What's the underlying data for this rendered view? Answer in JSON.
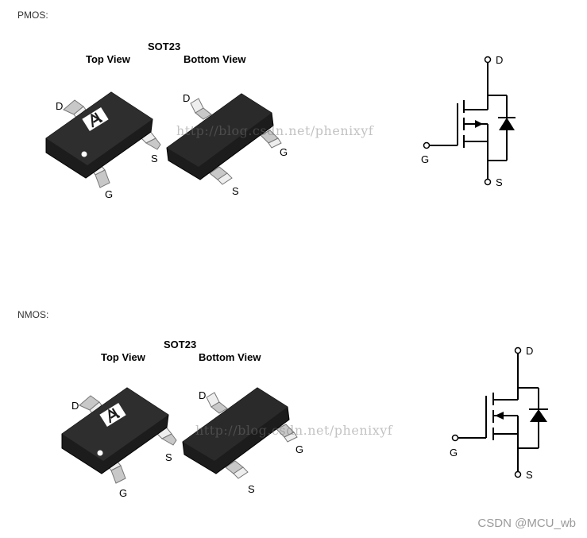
{
  "sections": [
    {
      "type": "PMOS:",
      "package": "SOT23",
      "views": {
        "top": "Top View",
        "bottom": "Bottom View"
      },
      "pins": {
        "top": {
          "d": "D",
          "s": "S",
          "g": "G"
        },
        "bottom": {
          "d": "D",
          "s": "S",
          "g": "G"
        }
      },
      "schematic": {
        "drain": "D",
        "gate": "G",
        "source": "S"
      }
    },
    {
      "type": "NMOS:",
      "package": "SOT23",
      "views": {
        "top": "Top View",
        "bottom": "Bottom View"
      },
      "pins": {
        "top": {
          "d": "D",
          "s": "S",
          "g": "G"
        },
        "bottom": {
          "d": "D",
          "s": "S",
          "g": "G"
        }
      },
      "schematic": {
        "drain": "D",
        "gate": "G",
        "source": "S"
      }
    }
  ],
  "watermark": "http://blog.csdn.net/phenixyf",
  "footer": "CSDN @MCU_wb"
}
